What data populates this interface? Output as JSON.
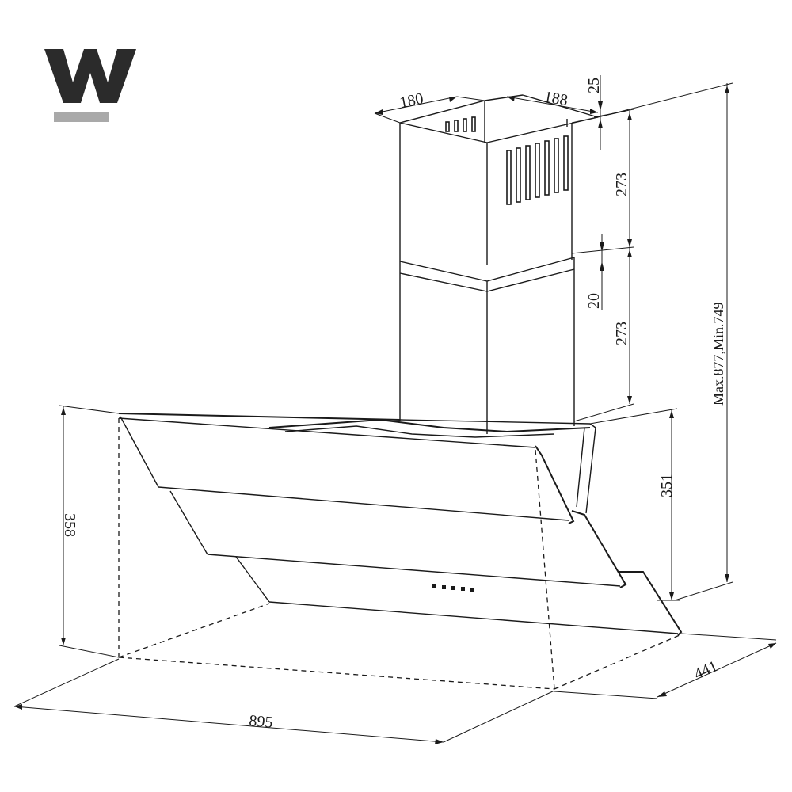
{
  "logo": {
    "letter": "W",
    "color": "#2b2b2b",
    "underline_color": "#a9a9a9"
  },
  "dimensions": {
    "chimney_width": "180",
    "chimney_depth": "188",
    "top_gap": "25",
    "upper_chimney_height": "273",
    "overlap_gap": "20",
    "lower_chimney_height": "273",
    "total_height": "Max.877,Min.749",
    "hood_back_height": "351",
    "hood_front_height": "358",
    "hood_width": "895",
    "hood_depth": "441"
  },
  "colors": {
    "line": "#1a1a1a",
    "background": "#ffffff"
  }
}
